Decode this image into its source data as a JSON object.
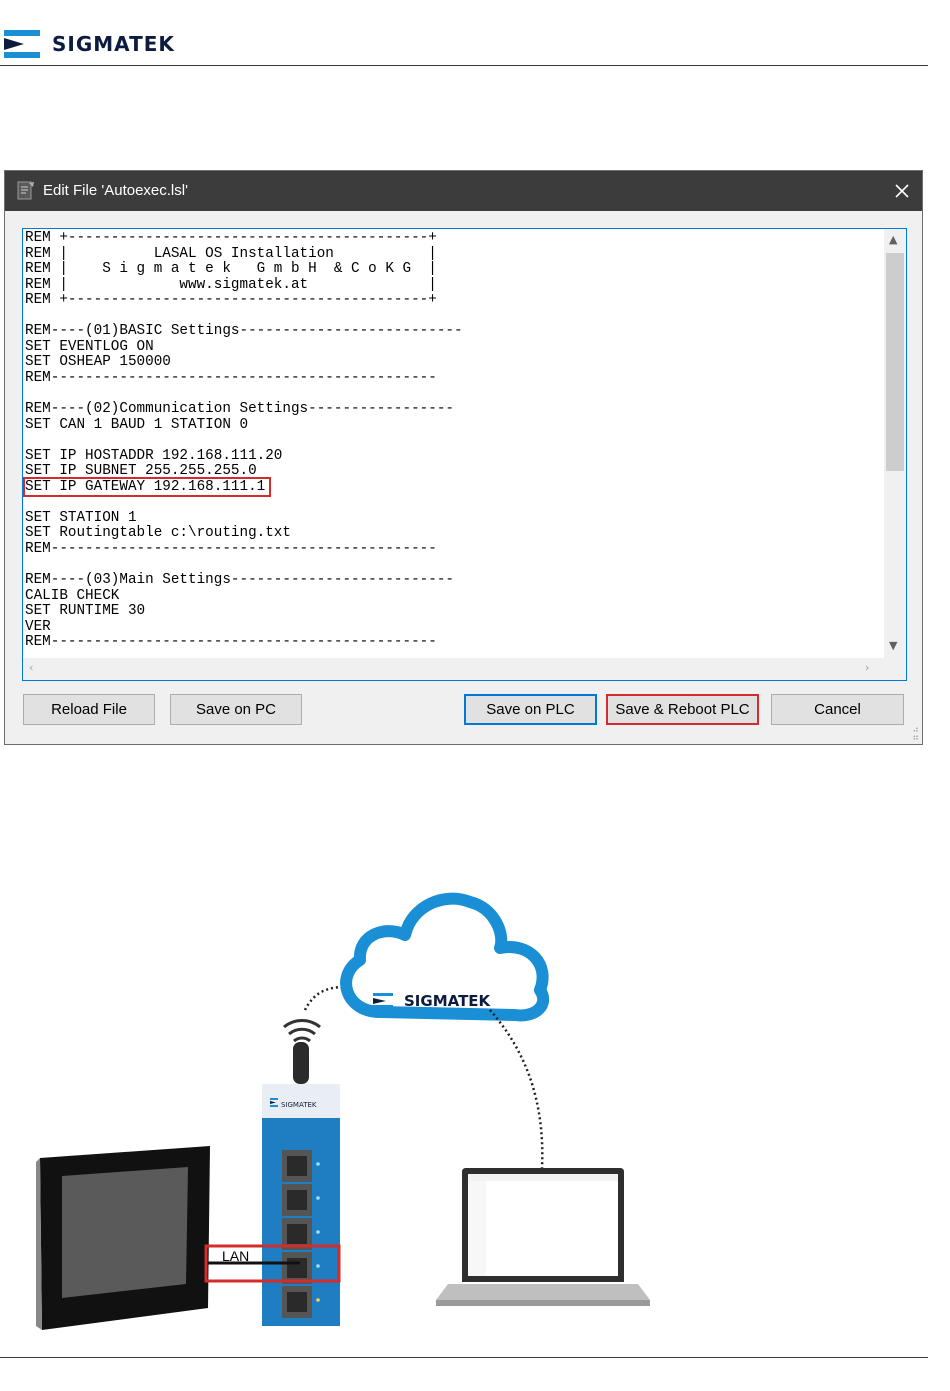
{
  "header": {
    "brand": "SIGMATEK",
    "colors": {
      "brand_blue": "#1a8fd6",
      "brand_dark": "#0d1b3e"
    }
  },
  "dialog": {
    "title": "Edit File 'Autoexec.lsl'",
    "title_icon": "document-edit-icon",
    "close_icon": "close-icon",
    "code_lines": [
      "REM +------------------------------------------+",
      "REM |          LASAL OS Installation           |",
      "REM |    S i g m a t e k   G m b H  & C o K G  |",
      "REM |             www.sigmatek.at              |",
      "REM +------------------------------------------+",
      "",
      "REM----(01)BASIC Settings--------------------------",
      "SET EVENTLOG ON",
      "SET OSHEAP 150000",
      "REM---------------------------------------------",
      "",
      "REM----(02)Communication Settings-----------------",
      "SET CAN 1 BAUD 1 STATION 0",
      "",
      "SET IP HOSTADDR 192.168.111.20",
      "SET IP SUBNET 255.255.255.0",
      "SET IP GATEWAY 192.168.111.1",
      "",
      "SET STATION 1",
      "SET Routingtable c:\\routing.txt",
      "REM---------------------------------------------",
      "",
      "REM----(03)Main Settings--------------------------",
      "CALIB CHECK",
      "SET RUNTIME 30",
      "VER",
      "REM---------------------------------------------"
    ],
    "highlighted_line": 16,
    "buttons": {
      "reload": "Reload File",
      "save_pc": "Save on PC",
      "save_plc": "Save on PLC",
      "save_reboot": "Save & Reboot PLC",
      "cancel": "Cancel"
    },
    "colors": {
      "titlebar": "#3c3c3c",
      "focus_blue": "#0078d7",
      "highlight_red": "#d42b2b"
    }
  },
  "illustration": {
    "cloud_brand": "SIGMATEK",
    "gateway_brand": "SIGMATEK",
    "lan_label": "LAN",
    "icons": [
      "cloud-icon",
      "wifi-icon",
      "antenna-icon",
      "gateway-device-icon",
      "panel-pc-icon",
      "laptop-icon"
    ],
    "colors": {
      "cloud_blue": "#1a8fd6",
      "highlight_red": "#d42b2b"
    }
  }
}
